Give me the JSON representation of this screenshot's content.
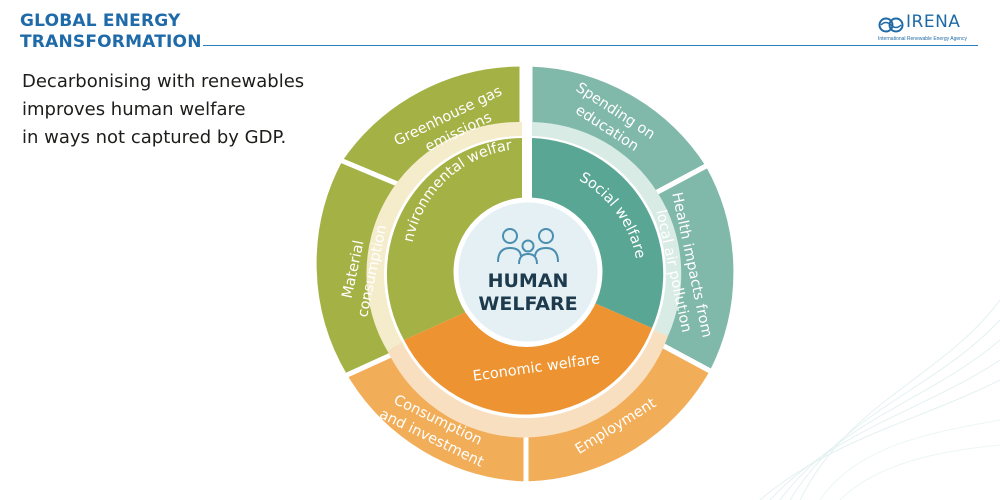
{
  "header": {
    "title_line1": "GLOBAL ENERGY",
    "title_line2": "TRANSFORMATION"
  },
  "logo": {
    "name": "IRENA",
    "tagline": "International Renewable Energy Agency"
  },
  "subtitle": {
    "lines": [
      "Decarbonising with renewables",
      "improves human welfare",
      "in ways not captured by GDP."
    ]
  },
  "diagram": {
    "center": {
      "line1": "HUMAN",
      "line2": "WELFARE",
      "icon": "people-group-icon"
    },
    "inner": {
      "environmental": "Environmental welfare",
      "social": "Social welfare",
      "economic": "Economic welfare"
    },
    "outer": {
      "ghg": [
        "Greenhouse gas",
        "emissions"
      ],
      "material": [
        "Material",
        "consumption"
      ],
      "education": [
        "Spending on",
        "education"
      ],
      "health": [
        "Health impacts from",
        "local air pollution"
      ],
      "consumption": [
        "Consumption",
        "and investment"
      ],
      "employment": [
        "Employment"
      ]
    },
    "colors": {
      "environmental": "#a4b145",
      "environmental_light": "#f4eccb",
      "social": "#5aa695",
      "social_outer": "#80b8aa",
      "social_light": "#d9ebe5",
      "economic": "#ed9331",
      "economic_outer": "#f2ad58",
      "economic_light": "#f8dfc0",
      "center": "#e4f0f4"
    }
  }
}
